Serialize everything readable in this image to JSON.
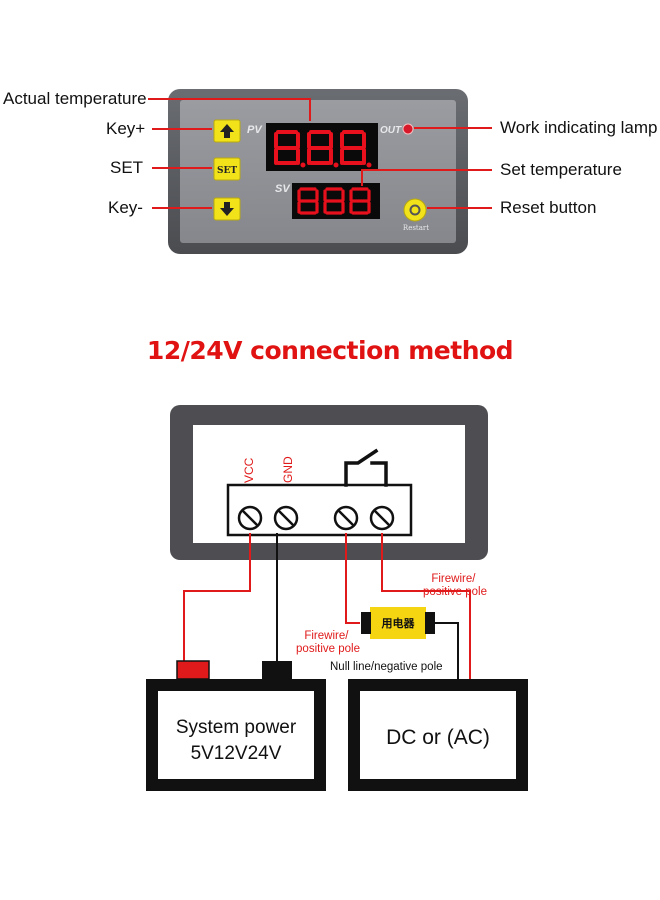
{
  "panel": {
    "callouts": {
      "actual_temperature": "Actual temperature",
      "key_plus": "Key+",
      "set": "SET",
      "key_minus": "Key-",
      "work_lamp": "Work indicating lamp",
      "set_temperature": "Set temperature",
      "reset_button": "Reset button"
    },
    "pv_label": "PV",
    "sv_label": "SV",
    "out_label": "OUT",
    "set_key_label": "SET",
    "restart_label": "Restart",
    "pv_display": "8.8.8.",
    "sv_display": "888",
    "colors": {
      "led": "#e8101c",
      "key": "#f2e21a",
      "case": "#5b5e63",
      "face": "#8d8f94"
    },
    "icons": [
      "up-arrow-icon",
      "down-arrow-icon",
      "reset-icon"
    ]
  },
  "section_title": "12/24V connection method",
  "wiring": {
    "terminal_labels": {
      "vcc": "VCC",
      "gnd": "GND"
    },
    "firewire_right": "Firewire/\npositive pole",
    "firewire_left": "Firewire/\npositive pole",
    "appliance": "用电器",
    "null_line": "Null line/negative pole",
    "system_power_line1": "System power",
    "system_power_line2": "5V12V24V",
    "dc_ac": "DC or (AC)",
    "colors": {
      "positive_wire": "#e01a1a",
      "negative_wire": "#111111",
      "appliance_fill": "#f5d512"
    }
  }
}
